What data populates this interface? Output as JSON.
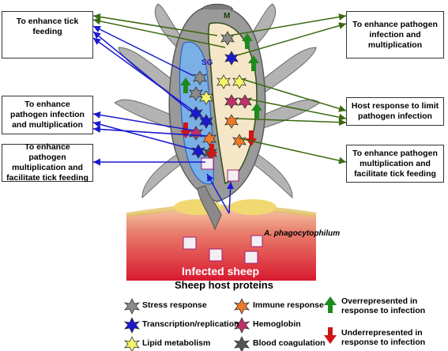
{
  "left_boxes": [
    {
      "text": "To enhance tick feeding"
    },
    {
      "text": "To enhance pathogen infection and multiplication"
    },
    {
      "text": "To enhance pathogen multiplication and facilitate tick feeding"
    }
  ],
  "right_boxes": [
    {
      "text": "To enhance pathogen infection and multiplication"
    },
    {
      "text": "Host response to limit pathogen infection"
    },
    {
      "text": "To enhance pathogen multiplication and facilitate tick feeding"
    }
  ],
  "labels": {
    "sg": "SG",
    "m": "M",
    "pathogen": "A. phagocytophilum",
    "host": "Infected sheep"
  },
  "legend": {
    "title": "Sheep host proteins",
    "items": [
      {
        "label": "Stress response",
        "color": "#8c8c8c"
      },
      {
        "label": "Transcription/replication",
        "color": "#1a1acc"
      },
      {
        "label": "Lipid metabolism",
        "color": "#f5f56a"
      },
      {
        "label": "Immune response",
        "color": "#f07a2a"
      },
      {
        "label": "Hemoglobin",
        "color": "#c0306a"
      },
      {
        "label": "Blood coagulation",
        "color": "#555555"
      }
    ],
    "arrows": [
      {
        "label": "Overrepresented in response to infection",
        "color": "#1e8a1e"
      },
      {
        "label": "Underrepresented in response to infection",
        "color": "#d01515"
      }
    ]
  },
  "colors": {
    "blue_arrow": "#1a1ad0",
    "green_arrow": "#3a6a10",
    "sg_fill": "#7ab0e6",
    "m_fill": "#f6e6c8",
    "tick_gray": "#9a9a9a"
  }
}
